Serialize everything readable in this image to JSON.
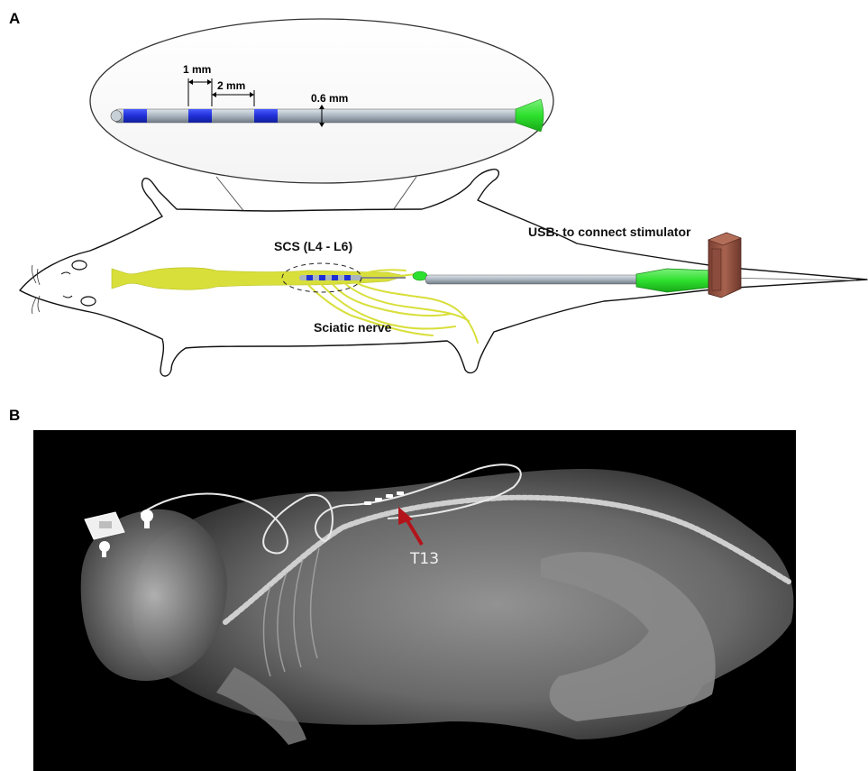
{
  "panel_a": {
    "label": "A",
    "dimensions": {
      "contact_length": "1 mm",
      "contact_spacing": "2 mm",
      "lead_diameter": "0.6 mm"
    },
    "annotations": {
      "scs_level": "SCS (L4 - L6)",
      "sciatic": "Sciatic nerve",
      "usb": "USB: to connect stimulator"
    }
  },
  "panel_b": {
    "label": "B",
    "arrow_label": "T13"
  },
  "colors": {
    "electrode_contact": "#1f2fd6",
    "lead_body": "#a9b4bf",
    "lead_tip_green": "#2ee02e",
    "spinal_cord": "#d8df3a",
    "usb_connector": "#9b5a4a",
    "arrow_red": "#b3141b",
    "xray_background": "#000000"
  }
}
